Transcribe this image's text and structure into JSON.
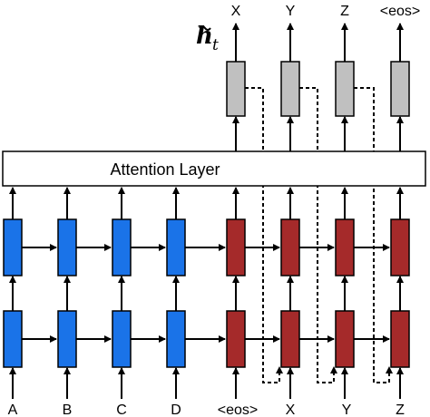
{
  "attention": {
    "label": "Attention Layer"
  },
  "hidden_state": {
    "symbol": "h",
    "subscript": "t"
  },
  "source_tokens": [
    "A",
    "B",
    "C",
    "D"
  ],
  "target_input_tokens": [
    "<eos>",
    "X",
    "Y",
    "Z"
  ],
  "target_output_tokens": [
    "X",
    "Y",
    "Z",
    "<eos>"
  ],
  "colors": {
    "encoder": "#1a73e8",
    "decoder": "#a52a2a",
    "attentional_state": "#c0c0c0",
    "stroke": "#000000"
  }
}
